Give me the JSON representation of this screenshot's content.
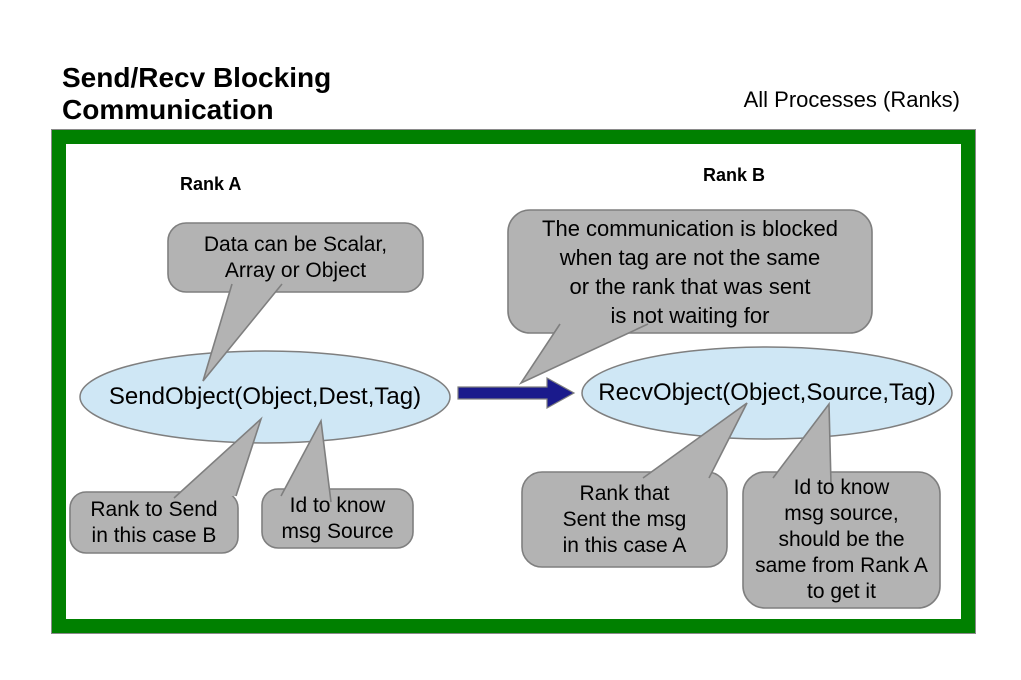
{
  "title": "Send/Recv Blocking\nCommunication",
  "subtitle": "All Processes (Ranks)",
  "labels": {
    "rank_a": "Rank A",
    "rank_b": "Rank B"
  },
  "nodes": {
    "send": "SendObject(Object,Dest,Tag)",
    "recv": "RecvObject(Object,Source,Tag)"
  },
  "callouts": {
    "data_scalar": "Data can be Scalar,\nArray or Object",
    "blocked": "The communication is blocked\nwhen tag are not the same\nor the rank that was sent\nis not waiting for",
    "rank_to_send": "Rank to Send\nin this case B",
    "id_to_know_send": "Id to know\nmsg Source",
    "rank_that_sent": "Rank that\nSent the msg\nin this  case A",
    "id_to_know_recv": "Id to know\nmsg source,\nshould be the\nsame from Rank A\nto get it"
  },
  "colors": {
    "frame_green": "#008000",
    "ellipse_fill": "#cfe7f5",
    "ellipse_stroke": "#7f7f7f",
    "callout_fill": "#b3b3b3",
    "callout_stroke": "#7f7f7f",
    "arrow_fill": "#1a1a8c",
    "text": "#000000"
  }
}
